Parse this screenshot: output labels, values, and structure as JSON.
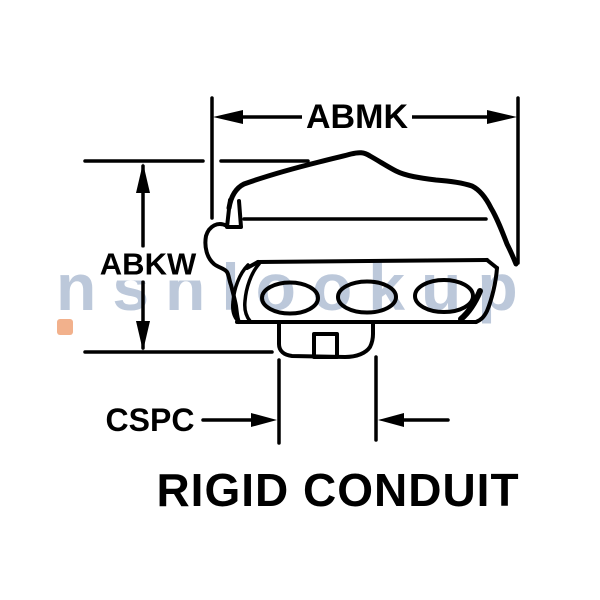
{
  "diagram": {
    "caption": "RIGID CONDUIT",
    "dimension_labels": {
      "abmk": "ABMK",
      "abkw": "ABKW",
      "cspc": "CSPC"
    }
  },
  "watermark": {
    "text": "nsnlookup"
  },
  "colors": {
    "line": "#000000",
    "background": "#ffffff",
    "watermark_text": "#bcc8da",
    "watermark_accent": "#f2b18c"
  }
}
